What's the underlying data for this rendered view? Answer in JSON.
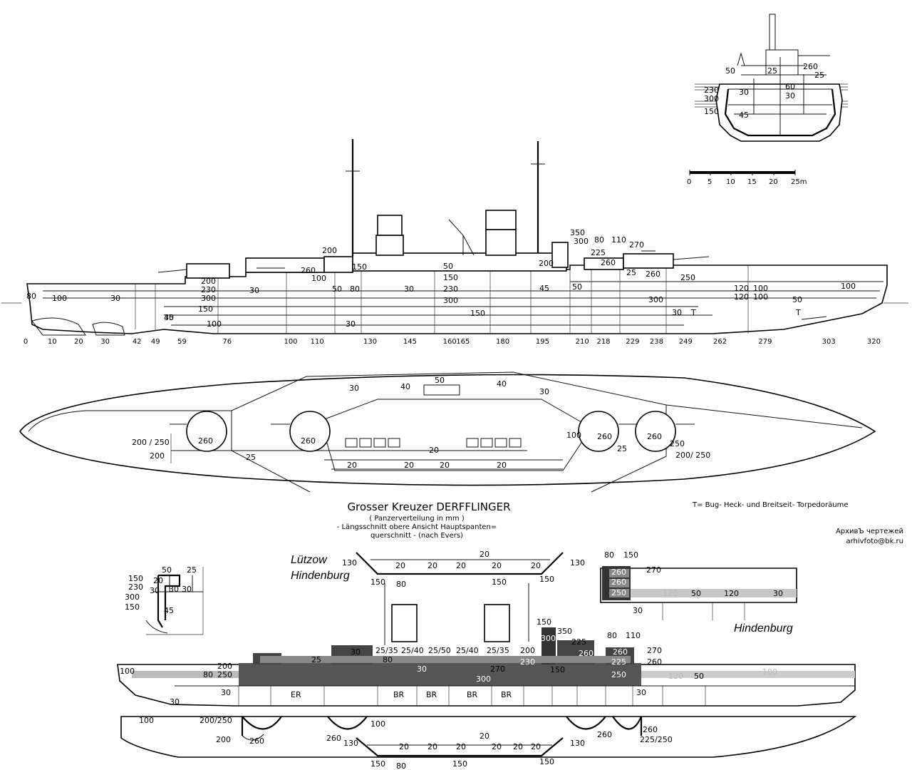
{
  "caption": {
    "title": "Grosser Kreuzer DERFFLINGER",
    "lines": [
      "( Panzerverteilung in mm )",
      "- Längsschnitt   obere Ansicht   Hauptspanten=",
      "querschnitt -  (nach Evers)"
    ]
  },
  "legend_torpedo": "T=  Bug-  Heck- und Breitseit- Torpedoräume",
  "archive": [
    "АрхивЪ чертежей",
    "arhivfoto@bk.ru"
  ],
  "scale": {
    "ticks": [
      "0",
      "5",
      "10",
      "15",
      "20",
      "25m"
    ]
  },
  "variants": {
    "lutzow": "Lützow",
    "hindenburg_a": "Hindenburg",
    "hindenburg_b": "Hindenburg"
  },
  "frames": [
    "0",
    "10",
    "20",
    "30",
    "42",
    "49",
    "59",
    "76",
    "100",
    "110",
    "130",
    "145",
    "160",
    "165",
    "180",
    "195",
    "210",
    "218",
    "229",
    "238",
    "249",
    "262",
    "279",
    "303",
    "320"
  ],
  "section_labels": [
    "50",
    "25",
    "260",
    "25",
    "230",
    "300",
    "150",
    "30",
    "60",
    "30",
    "45"
  ],
  "side_labels": [
    "200",
    "260",
    "150",
    "50",
    "100",
    "50",
    "80",
    "30",
    "230",
    "150",
    "300",
    "200",
    "225",
    "350",
    "300",
    "80",
    "110",
    "270",
    "260",
    "25",
    "260",
    "250",
    "200",
    "230",
    "300",
    "150",
    "45",
    "100",
    "80",
    "100",
    "30",
    "30",
    "120",
    "100",
    "120",
    "100",
    "50",
    "100",
    "300",
    "150",
    "30",
    "45",
    "T",
    "T",
    "30",
    "50",
    "30"
  ],
  "plan_labels": [
    "30",
    "50",
    "40",
    "40",
    "30",
    "200 / 250",
    "200",
    "260",
    "25",
    "260",
    "20",
    "20",
    "20",
    "20",
    "20",
    "100",
    "260",
    "25",
    "260",
    "250",
    "200/ 250"
  ],
  "detail_section": [
    "150",
    "230",
    "300",
    "150",
    "50",
    "25",
    "20",
    "30",
    "30",
    "30",
    "45"
  ],
  "lower_labels": [
    "130",
    "20",
    "20",
    "20",
    "20",
    "20",
    "20",
    "130",
    "150",
    "80",
    "150",
    "150",
    "80",
    "150",
    "260",
    "270",
    "260",
    "250",
    "120",
    "50",
    "120",
    "30",
    "30",
    "150",
    "350",
    "300",
    "80",
    "110",
    "100",
    "100",
    "80",
    "250",
    "200",
    "30",
    "ER",
    "BR",
    "BR",
    "BR",
    "BR",
    "25/35",
    "25/40",
    "25/50",
    "25/40",
    "25/35",
    "200",
    "30",
    "80",
    "25",
    "150",
    "270",
    "230",
    "300",
    "30",
    "260",
    "225",
    "260",
    "270",
    "225",
    "260",
    "250",
    "120",
    "50",
    "100",
    "30",
    "100",
    "200/250",
    "200",
    "260",
    "260",
    "130",
    "100",
    "20",
    "20",
    "20",
    "20",
    "20",
    "20",
    "20",
    "130",
    "260",
    "260",
    "225/250",
    "150",
    "80",
    "150",
    "150",
    "30"
  ]
}
